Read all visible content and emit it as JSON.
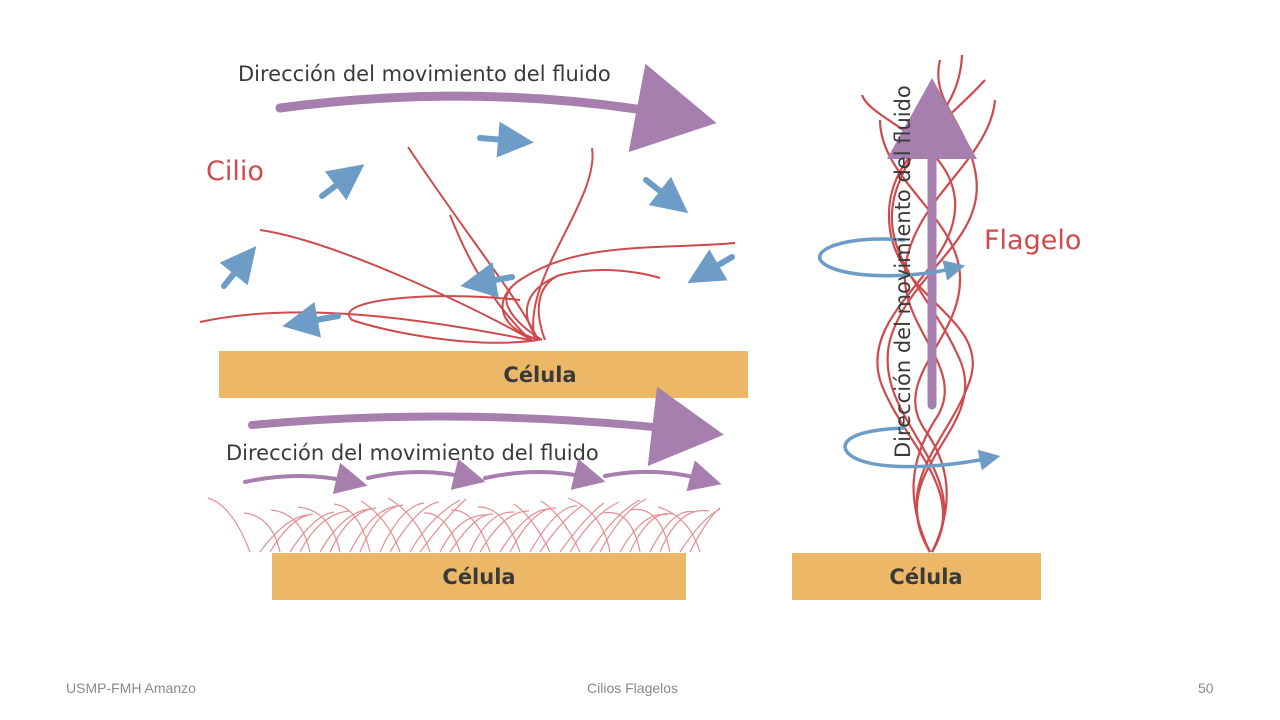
{
  "labels": {
    "fluid_top": "Dirección del movimiento del fluido",
    "fluid_bottom": "Dirección del movimiento del fluido",
    "fluid_vertical": "Dirección del movimiento del fluido",
    "cilio": "Cilio",
    "flagelo": "Flagelo",
    "cell_1": "Célula",
    "cell_2": "Célula",
    "cell_3": "Célula"
  },
  "footer": {
    "left": "USMP-FMH Amanzo",
    "center": "Cilios Flagelos",
    "right": "50"
  },
  "colors": {
    "cell": "#ecb868",
    "strand": "#cf4a4c",
    "fluid_arrow": "#a77fae",
    "flow_arrow": "#6d9cc6"
  }
}
